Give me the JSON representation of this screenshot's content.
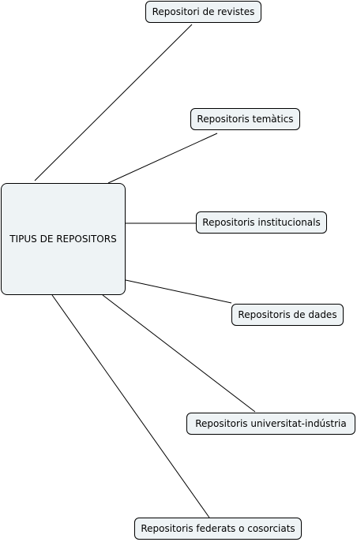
{
  "diagram": {
    "type": "concept-map",
    "center": {
      "label": "TIPUS DE REPOSITORS"
    },
    "nodes": [
      {
        "label": "Repositori de revistes"
      },
      {
        "label": "Repositoris temàtics"
      },
      {
        "label": "Repositoris institucionals"
      },
      {
        "label": "Repositoris de dades"
      },
      {
        "label": "Repositoris universitat-indústria"
      },
      {
        "label": "Repositoris federats o cosorciats"
      }
    ],
    "colors": {
      "node_fill": "#eef3f5",
      "node_border": "#000000",
      "line": "#000000",
      "background": "#ffffff"
    }
  }
}
